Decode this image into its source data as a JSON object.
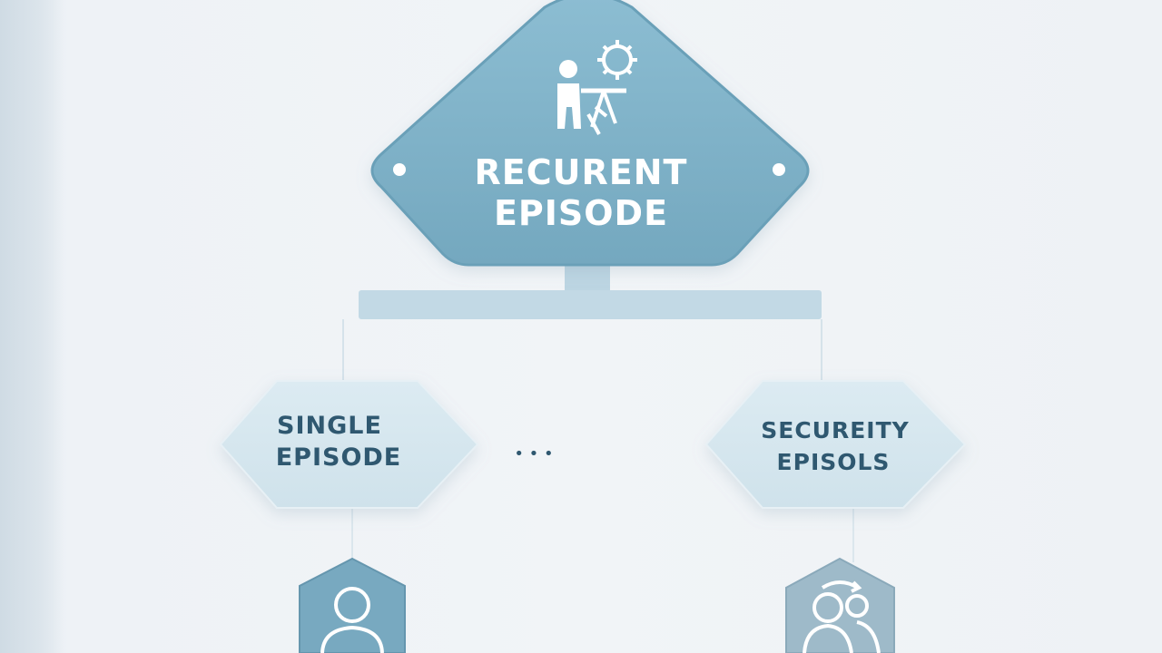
{
  "root": {
    "line1": "RECURENT",
    "line2": "EPISODE",
    "icon": "person-with-gear-icon"
  },
  "children": [
    {
      "line1": "SINGLE",
      "line2": "EPISODE",
      "badge_icon": "person-icon"
    },
    {
      "line1": "SECUREITY",
      "line2": "EPISOLS",
      "badge_icon": "people-refresh-icon"
    }
  ],
  "ellipsis": "• • •",
  "colors": {
    "root_fill": "#7fb2c8",
    "root_stroke": "#6aa0b8",
    "child_fill": "#d6e6ee",
    "child_text": "#2f5870",
    "connector": "#bcd5e2",
    "badge_fill_left": "#78a9c0",
    "badge_fill_right": "#9ebac9"
  }
}
